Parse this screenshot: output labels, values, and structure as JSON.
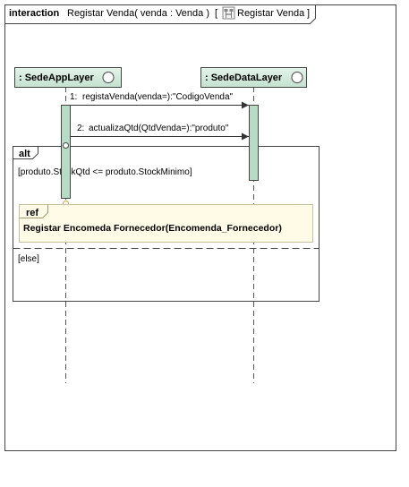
{
  "frame": {
    "keyword": "interaction",
    "name": "Registar Venda( venda : Venda )",
    "open_bracket": "[",
    "diagram_ref": "Registar Venda",
    "close_bracket": "]",
    "diagram_icon": "sequence-diagram-icon"
  },
  "lifelines": [
    {
      "label": ": SedeAppLayer",
      "icon": "boundary-circle-icon"
    },
    {
      "label": ": SedeDataLayer",
      "icon": "boundary-circle-icon"
    }
  ],
  "messages": [
    {
      "number": "1:",
      "text": "registaVenda(venda=):\"CodigoVenda\""
    },
    {
      "number": "2:",
      "text": "actualizaQtd(QtdVenda=):\"produto\""
    }
  ],
  "fragment": {
    "operator": "alt",
    "guard_1": "[produto.StockQtd <= produto.StockMinimo]",
    "guard_2": "[else]"
  },
  "ref": {
    "keyword": "ref",
    "text": "Registar Encomeda Fornecedor(Encomenda_Fornecedor)"
  },
  "colors": {
    "lifeline_head_fill": "#cfe8da",
    "activation_fill": "#b6dcc6",
    "ref_fill": "#fffbe6",
    "ref_border": "#c8c0a0",
    "line": "#555555"
  }
}
